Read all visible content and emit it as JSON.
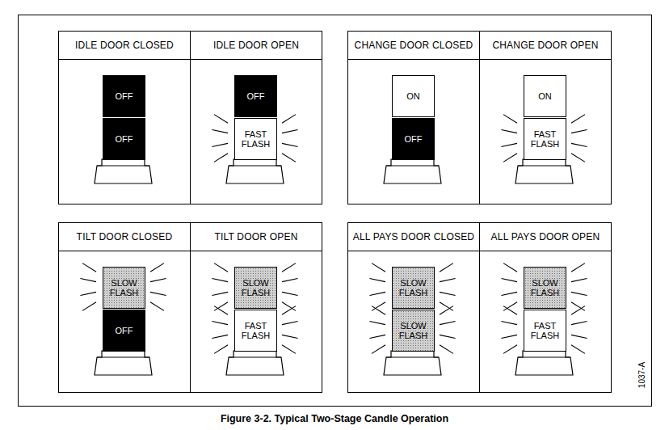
{
  "diagram": {
    "caption": "Figure 3-2. Typical Two-Stage Candle Operation",
    "nodes": [
      {
        "text": [
          "IDLE DOOR CLOSED"
        ]
      },
      {
        "text": [
          "OFF"
        ],
        "in": 0
      },
      {
        "text": [
          "OFF"
        ],
        "in": 0
      },
      {
        "text": [
          "IDLE DOOR OPEN"
        ]
      },
      {
        "text": [
          "OFF"
        ],
        "in": 3
      },
      {
        "text": [
          "FAST FLASH"
        ],
        "in": 3
      },
      {
        "text": [
          "CHANGE DOOR CLOSED"
        ]
      },
      {
        "text": [
          "ON"
        ],
        "in": 6
      },
      {
        "text": [
          "OFF"
        ],
        "in": 6
      },
      {
        "text": [
          "CHANGE DOOR OPEN"
        ]
      },
      {
        "text": [
          "ON"
        ],
        "in": 9
      },
      {
        "text": [
          "FAST FLASH"
        ],
        "in": 9
      },
      {
        "text": [
          "TILT DOOR CLOSED"
        ]
      },
      {
        "text": [
          "SLOW FLASH"
        ],
        "in": 12
      },
      {
        "text": [
          "OFF"
        ],
        "in": 12
      },
      {
        "text": [
          "TILT DOOR OPEN"
        ]
      },
      {
        "text": [
          "SLOW FLASH"
        ],
        "in": 15
      },
      {
        "text": [
          "FAST FLASH"
        ],
        "in": 15
      },
      {
        "text": [
          "ALL PAYS DOOR CLOSED"
        ]
      },
      {
        "text": [
          "SLOW FLASH"
        ],
        "in": 18
      },
      {
        "text": [
          "SLOW FLASH"
        ],
        "in": 18
      },
      {
        "text": [
          "ALL PAYS DOOR OPEN"
        ]
      },
      {
        "text": [
          "SLOW FLASH"
        ],
        "in": 21
      },
      {
        "text": [
          "FAST FLASH"
        ],
        "in": 21
      }
    ],
    "labels": [
      "1037-A"
    ]
  }
}
